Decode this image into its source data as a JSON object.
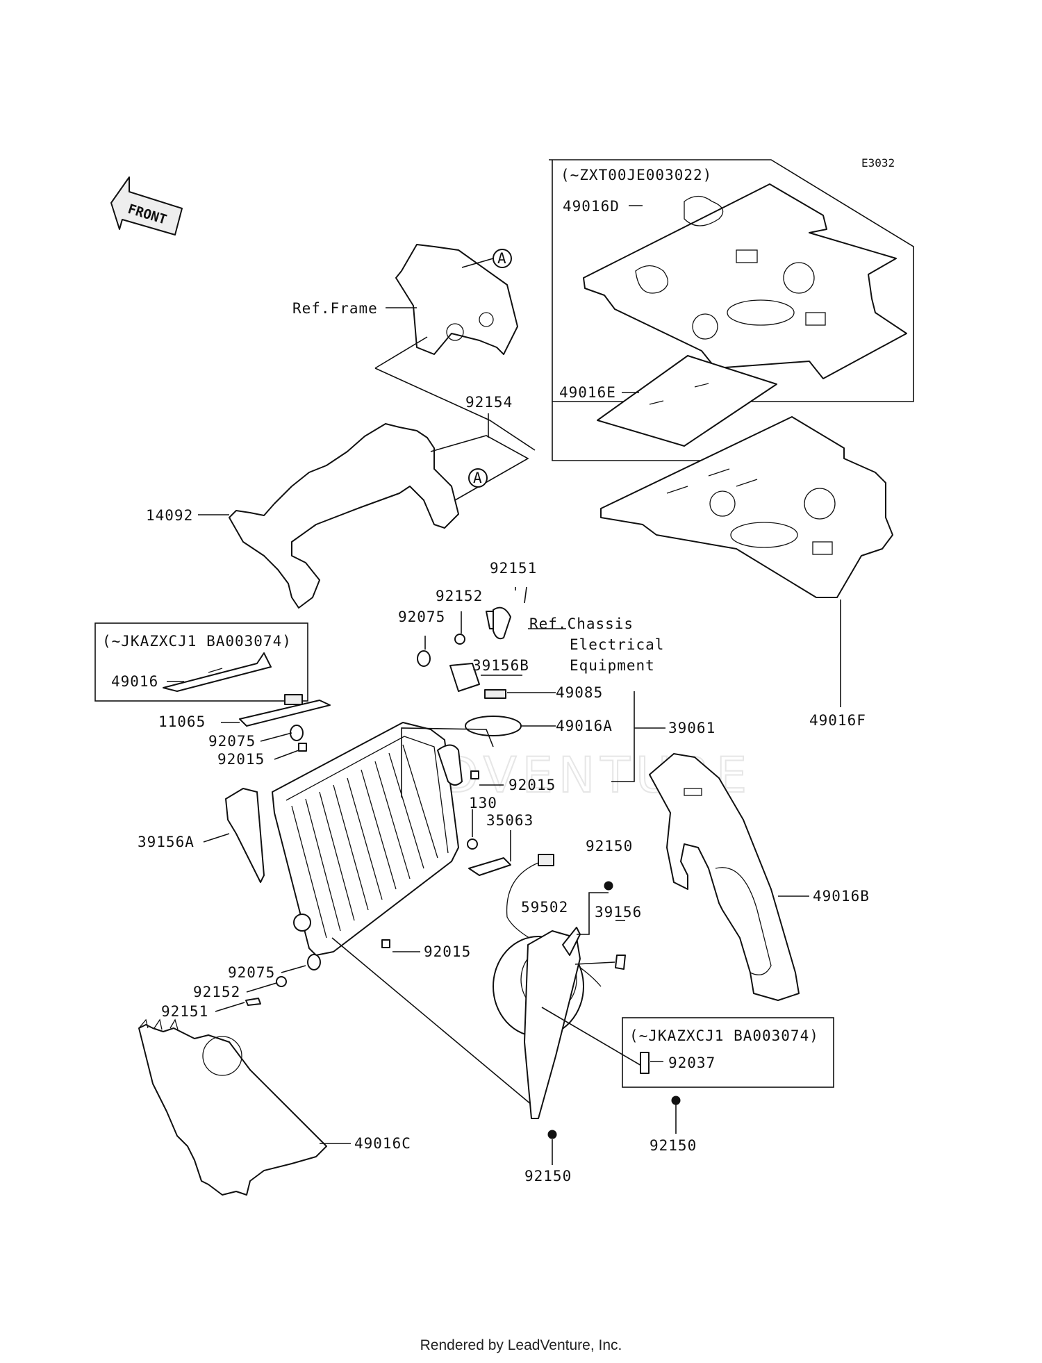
{
  "diagram_code": "E3032",
  "front_arrow": "FRONT",
  "callout_mark": "A",
  "watermark": "LEADVENTURE",
  "footer": "Rendered by LeadVenture, Inc.",
  "boxes": {
    "top_right_note": "(~ZXT00JE003022)",
    "left_note": "(~JKAZXCJ1 BA003074)",
    "bottom_right_note": "(~JKAZXCJ1 BA003074)"
  },
  "labels": {
    "p49016D": "49016D",
    "p49016E": "49016E",
    "p49016F": "49016F",
    "ref_frame": "Ref.Frame",
    "p92154": "92154",
    "p14092": "14092",
    "p92151_top": "92151",
    "p92152_top": "92152",
    "p92075_top": "92075",
    "ref_chassis_1": "Ref.Chassis",
    "ref_chassis_2": "Electrical",
    "ref_chassis_3": "Equipment",
    "p39156B": "39156B",
    "p49085": "49085",
    "p49016A": "49016A",
    "p39061": "39061",
    "p49016": "49016",
    "p11065": "11065",
    "p92075_mid": "92075",
    "p92015_left": "92015",
    "p92015_mid": "92015",
    "p39156A": "39156A",
    "p130": "130",
    "p35063": "35063",
    "p92150_top": "92150",
    "p49016B": "49016B",
    "p59502": "59502",
    "p39156": "39156",
    "p92015_low": "92015",
    "p92075_low": "92075",
    "p92152_low": "92152",
    "p92151_low": "92151",
    "p92037": "92037",
    "p49016C": "49016C",
    "p92150_right": "92150",
    "p92150_bottom": "92150"
  }
}
